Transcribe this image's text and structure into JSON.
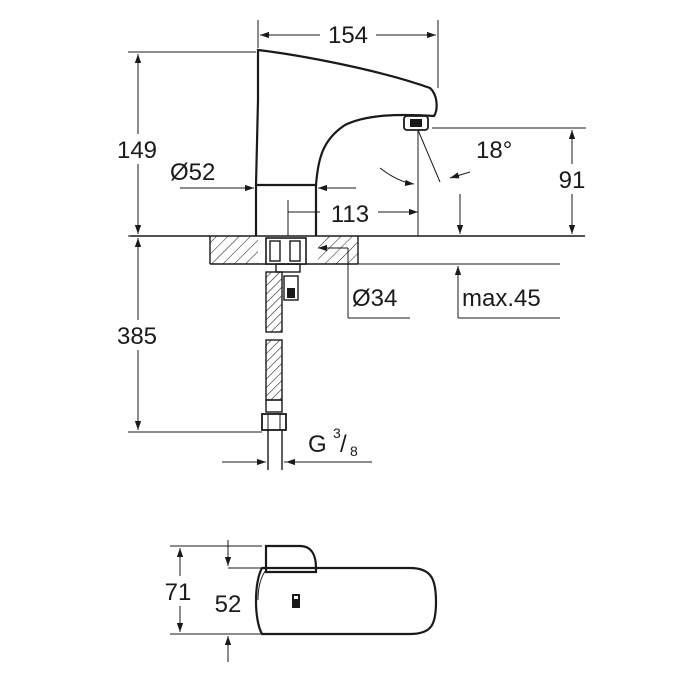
{
  "dimensions": {
    "width_top": "154",
    "height_total": "149",
    "base_diameter": "Ø52",
    "spout_reach": "113",
    "spout_angle": "18°",
    "spout_height": "91",
    "hole_diameter": "Ø34",
    "max_thickness": "max.45",
    "hose_length": "385",
    "thread_main": "G",
    "thread_num": "3",
    "thread_den": "8",
    "plan_length": "71",
    "plan_width": "52"
  }
}
